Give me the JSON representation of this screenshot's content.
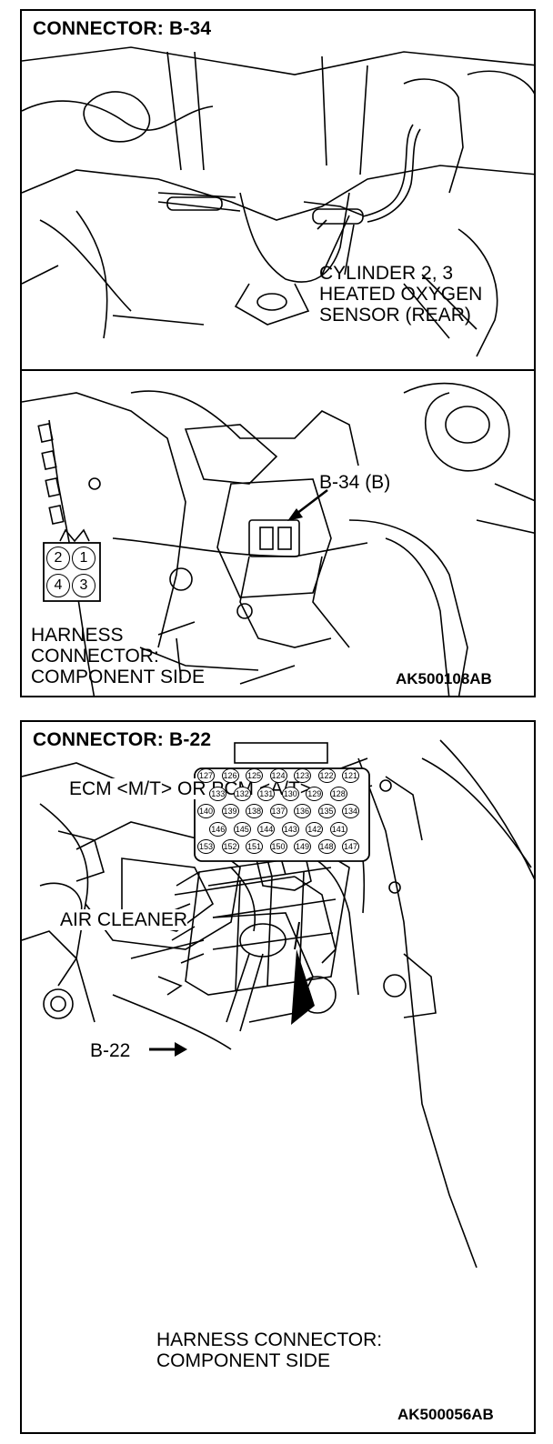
{
  "panel1": {
    "title": "CONNECTOR: B-34",
    "sensor_label": [
      "CYLINDER 2, 3",
      "HEATED OXYGEN",
      "SENSOR (REAR)"
    ],
    "connector_label": "B-34 (B)",
    "pins": [
      "2",
      "1",
      "4",
      "3"
    ],
    "harness_label": [
      "HARNESS",
      "CONNECTOR:",
      "COMPONENT SIDE"
    ],
    "figure_code": "AK500108AB"
  },
  "panel2": {
    "title": "CONNECTOR: B-22",
    "ecm_label": "ECM <M/T> OR PCM <A/T>",
    "air_cleaner_label": "AIR CLEANER",
    "connector_label": "B-22",
    "pin_rows": [
      [
        "127",
        "126",
        "125",
        "124",
        "123",
        "122",
        "121"
      ],
      [
        "133",
        "132",
        "131",
        "130",
        "129",
        "128"
      ],
      [
        "140",
        "139",
        "138",
        "137",
        "136",
        "135",
        "134"
      ],
      [
        "146",
        "145",
        "144",
        "143",
        "142",
        "141"
      ],
      [
        "153",
        "152",
        "151",
        "150",
        "149",
        "148",
        "147"
      ]
    ],
    "harness_label": [
      "HARNESS CONNECTOR:",
      "COMPONENT SIDE"
    ],
    "figure_code": "AK500056AB"
  }
}
